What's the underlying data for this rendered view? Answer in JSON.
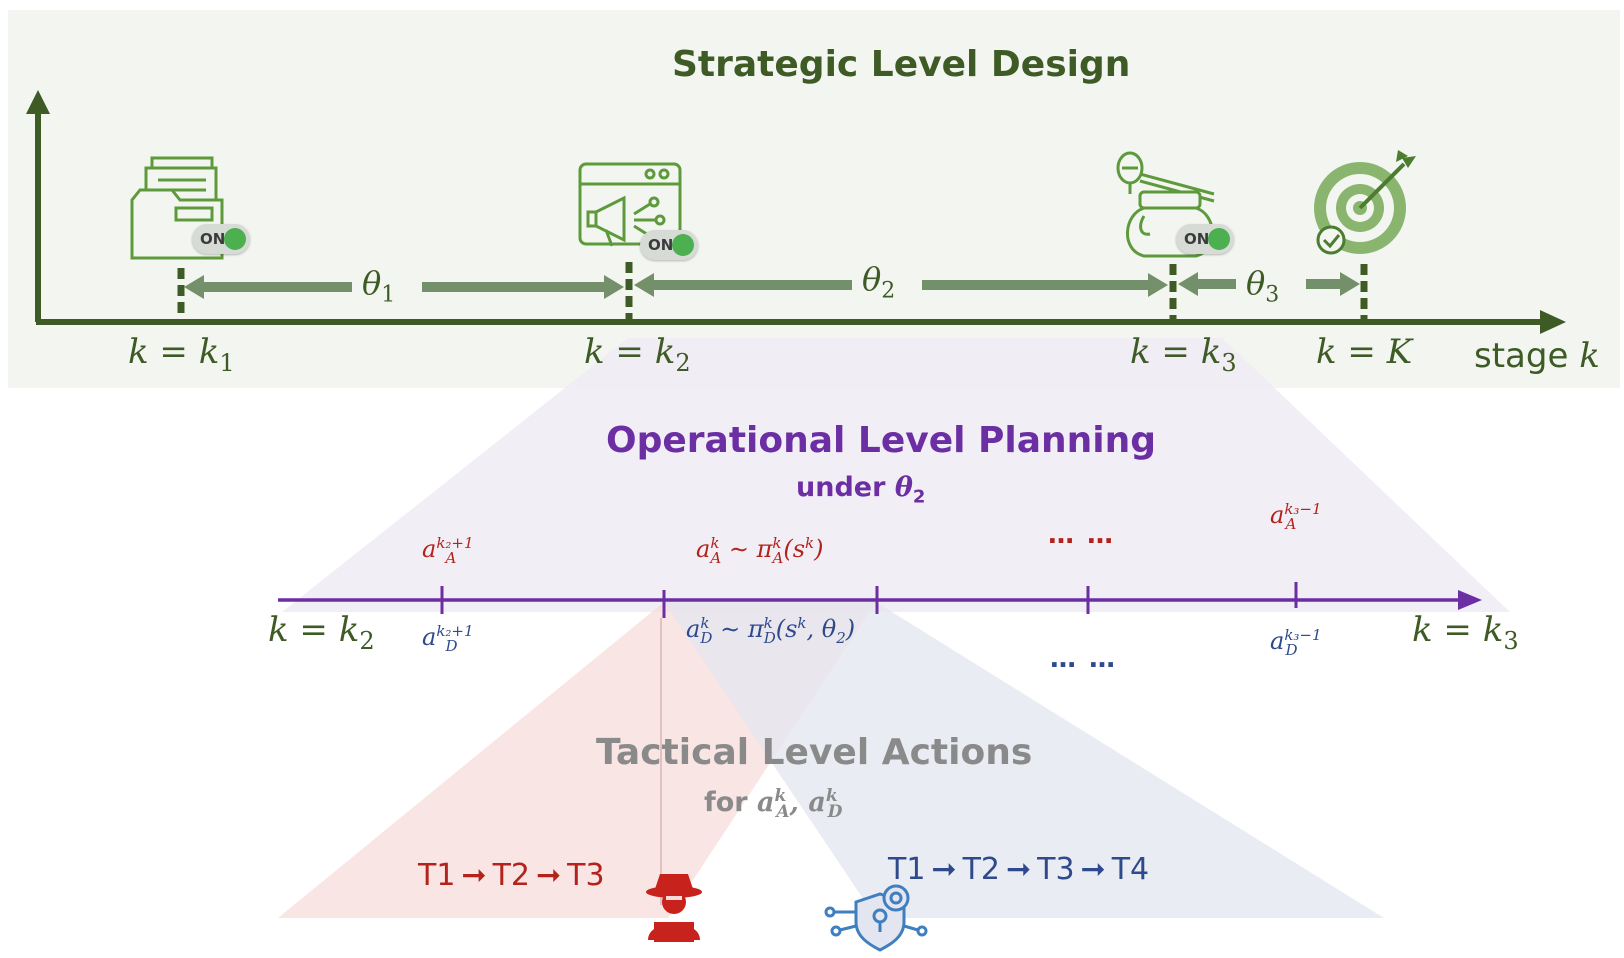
{
  "strategic": {
    "title": "Strategic Level Design",
    "stage_labels": [
      "k = k",
      "k = k",
      "k = k",
      "k = K"
    ],
    "stage_subs": [
      "1",
      "2",
      "3",
      ""
    ],
    "stage_axis_label": "stage",
    "stage_axis_var": "k",
    "thetas": [
      {
        "sym": "θ",
        "sub": "1"
      },
      {
        "sym": "θ",
        "sub": "2"
      },
      {
        "sym": "θ",
        "sub": "3"
      }
    ],
    "toggle_text": "ON",
    "icons": [
      "folders-icon",
      "megaphone-icon",
      "honeypot-icon",
      "target-icon"
    ]
  },
  "operational": {
    "title": "Operational Level Planning",
    "subtitle_prefix": "under",
    "subtitle_sym": "θ",
    "subtitle_sub": "2",
    "left_label": "k = k",
    "left_sub": "2",
    "right_label": "k = k",
    "right_sub": "3",
    "attacker_actions": [
      {
        "base": "a",
        "sup": "k₂+1",
        "sub": "A"
      },
      {
        "text": "∼ π",
        "base": "a",
        "sup": "k",
        "sub": "A",
        "arg": "(s",
        "arg_sup": "k",
        "arg_end": ")"
      },
      {
        "dots": "… …"
      },
      {
        "base": "a",
        "sup": "k₃−1",
        "sub": "A"
      }
    ],
    "defender_actions": [
      {
        "base": "a",
        "sup": "k₂+1",
        "sub": "D"
      },
      {
        "text": "∼ π",
        "base": "a",
        "sup": "k",
        "sub": "D",
        "arg": "(s",
        "arg_sup": "k",
        "arg_mid": ", θ",
        "arg_mid_sub": "2",
        "arg_end": ")"
      },
      {
        "dots": "… …"
      },
      {
        "base": "a",
        "sup": "k₃−1",
        "sub": "D"
      }
    ]
  },
  "tactical": {
    "title": "Tactical Level Actions",
    "subtitle_prefix": "for",
    "attacker_seq": [
      "T1",
      "T2",
      "T3"
    ],
    "defender_seq": [
      "T1",
      "T2",
      "T3",
      "T4"
    ],
    "arrow_glyph": "➞",
    "icons": [
      "hacker-icon",
      "shield-circuit-icon"
    ]
  },
  "colors": {
    "strategic": "#3e5a25",
    "operational": "#6c2ea3",
    "attacker": "#b3221b",
    "defender": "#2f4a8c",
    "tactical": "#8a8a8a"
  }
}
